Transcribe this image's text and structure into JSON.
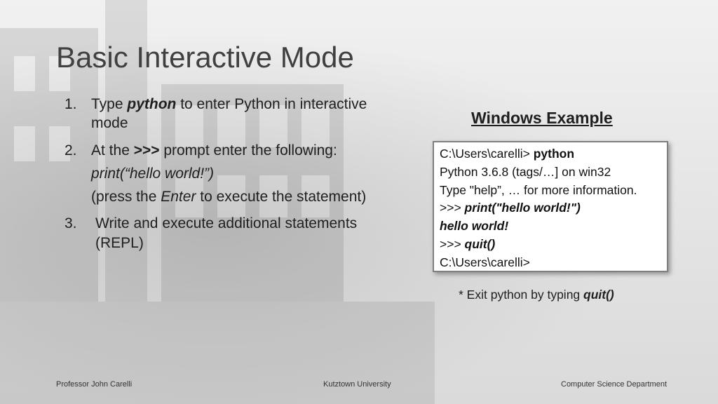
{
  "slide": {
    "title": "Basic Interactive Mode",
    "steps": [
      {
        "number": "1.",
        "line1_pre": "Type ",
        "line1_bold": "python",
        "line1_post": " to enter Python in interactive",
        "line2": "mode"
      },
      {
        "number": "2.",
        "line1_pre": "At the ",
        "line1_bold": ">>>",
        "line1_post": " prompt enter the following:",
        "line2_italic": "print(“hello world!”)",
        "line3_pre": "(press the ",
        "line3_italic": "Enter",
        "line3_post": " to execute the statement)"
      },
      {
        "number": "3.",
        "line1": "Write and execute additional statements",
        "line2": "(REPL)"
      }
    ]
  },
  "windows_example": {
    "heading": "Windows Example",
    "console": {
      "l1_prompt": "C:\\Users\\carelli> ",
      "l1_cmd": "python",
      "l2": "Python 3.6.8 (tags/…] on win32",
      "l3": "Type \"help”, … for more information.",
      "l4_prompt": ">>> ",
      "l4_cmd": "print(\"hello world!\")",
      "l5": "hello world!",
      "l6_prompt": ">>> ",
      "l6_cmd": "quit()",
      "l7": "C:\\Users\\carelli>"
    },
    "note_pre": "* Exit python by typing ",
    "note_cmd": "quit()"
  },
  "footer": {
    "left": "Professor John Carelli",
    "center": "Kutztown University",
    "right": "Computer Science Department"
  }
}
